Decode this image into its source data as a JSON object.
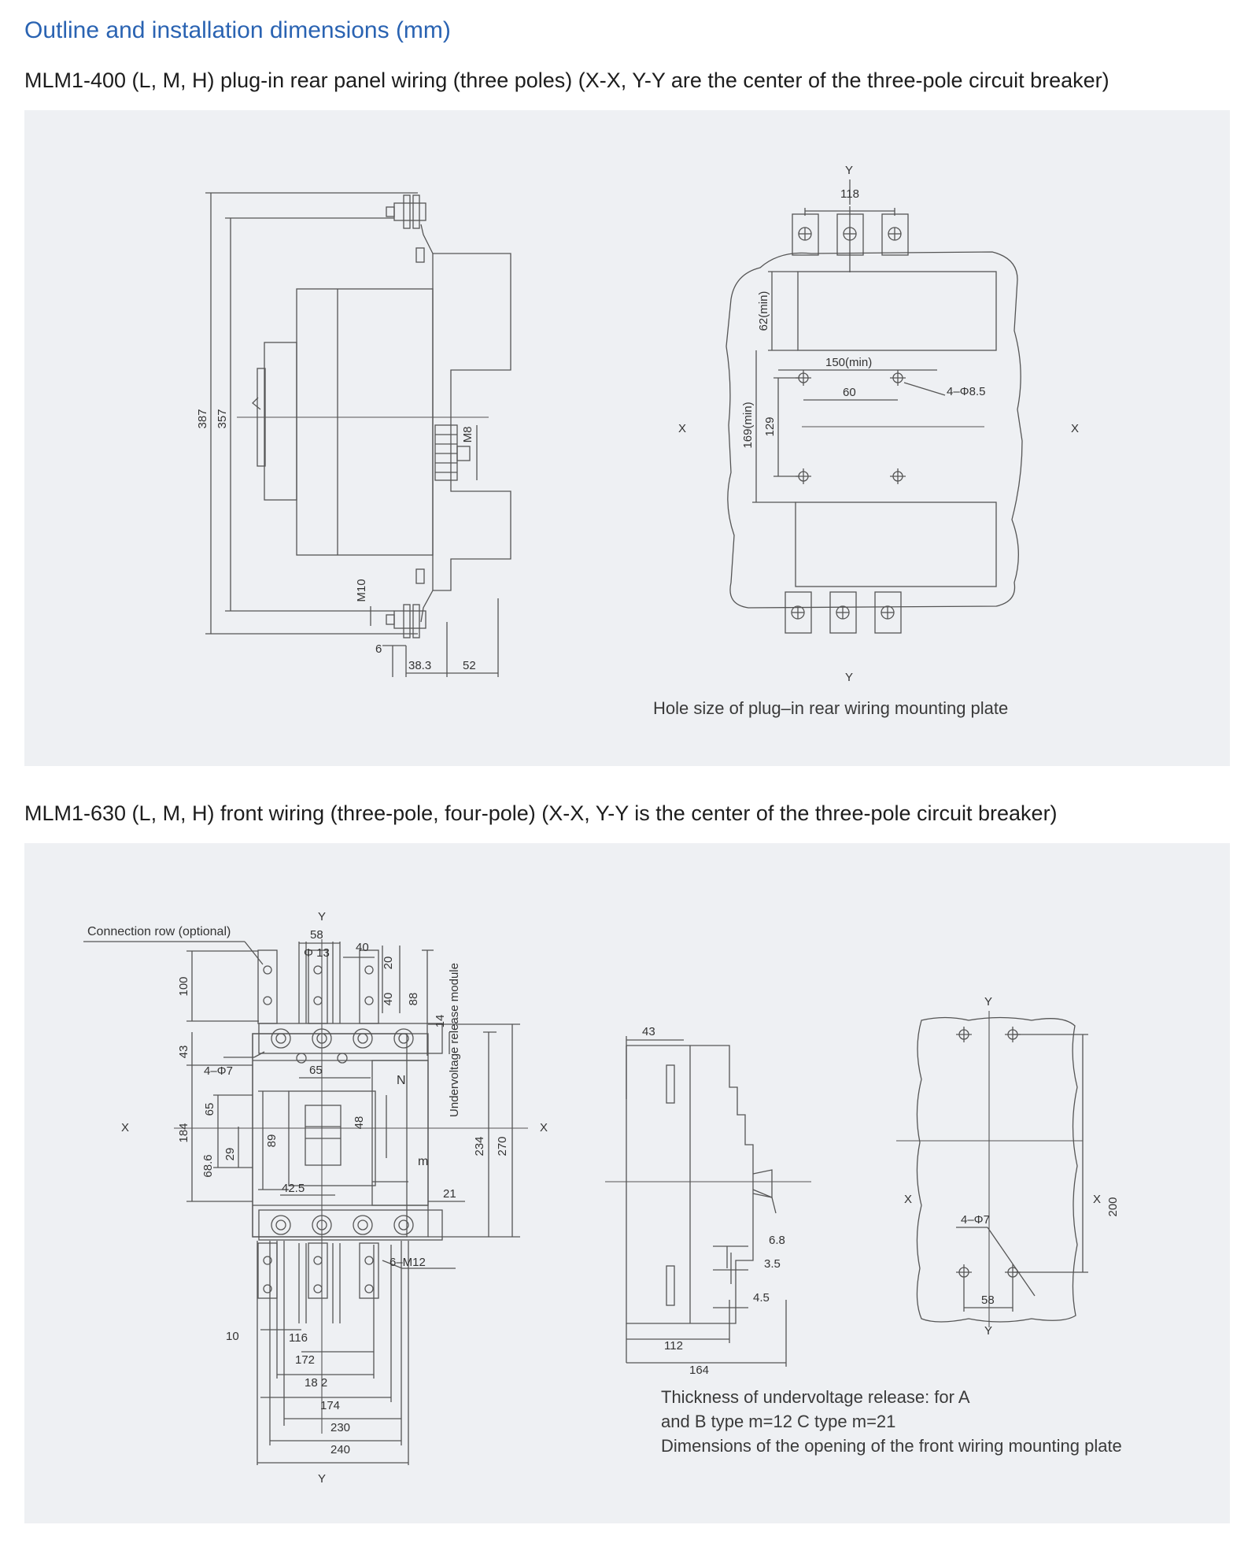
{
  "heading": "Outline and installation dimensions (mm)",
  "section1": {
    "subtitle": "MLM1-400 (L, M, H) plug-in rear panel wiring (three poles) (X-X, Y-Y are the center of the three-pole circuit breaker)",
    "side_view": {
      "dims": {
        "d387": "387",
        "d357": "357",
        "m8": "M8",
        "m10": "M10",
        "d6": "6",
        "d38_3": "38.3",
        "d52": "52"
      }
    },
    "plate": {
      "axis_y_top": "Y",
      "axis_y_bottom": "Y",
      "axis_x_left": "X",
      "axis_x_right": "X",
      "dims": {
        "d118": "118",
        "d62min": "62(min)",
        "d150min": "150(min)",
        "d60": "60",
        "holes": "4–Φ8.5",
        "d169min": "169(min)",
        "d129": "129"
      },
      "caption": "Hole size of plug–in rear wiring mounting plate"
    }
  },
  "section2": {
    "subtitle": "MLM1-630 (L, M, H) front wiring (three-pole, four-pole) (X-X, Y-Y is the center of the three-pole circuit breaker)",
    "front_view": {
      "connection_label": "Connection row (optional)",
      "axis_y_top": "Y",
      "axis_y_bottom": "Y",
      "axis_x_left": "X",
      "axis_x_right": "X",
      "module_label": "Undervoltage release module",
      "n_label": "N",
      "m_label": "m",
      "dims": {
        "d58": "58",
        "phi13": "Φ 13",
        "d40a": "40",
        "d20": "20",
        "d40b": "40",
        "d88": "88",
        "d100": "100",
        "d14": "14",
        "d43": "43",
        "holes": "4–Φ7",
        "d65h": "65",
        "d65v": "65",
        "d184": "184",
        "d89": "89",
        "d48": "48",
        "d29": "29",
        "d68_6": "68.6",
        "d234": "234",
        "d270": "270",
        "d42_5": "42.5",
        "d21": "21",
        "m12": "6–M12",
        "d10": "10",
        "d116": "116",
        "d172": "172",
        "d182": "18 2",
        "d174": "174",
        "d230": "230",
        "d240": "240"
      }
    },
    "side_view": {
      "dims": {
        "d43": "43",
        "d6_8": "6.8",
        "d3_5": "3.5",
        "d4_5": "4.5",
        "d112": "112",
        "d164": "164"
      }
    },
    "plate": {
      "axis_y_top": "Y",
      "axis_y_bottom": "Y",
      "axis_x_left": "X",
      "axis_x_right": "X",
      "dims": {
        "d200": "200",
        "holes": "4–Φ7",
        "d58": "58"
      }
    },
    "notes": {
      "line1": "Thickness of undervoltage release: for A",
      "line2": "and B type m=12 C type m=21",
      "line3": "Dimensions of the opening of the front wiring mounting plate"
    }
  }
}
